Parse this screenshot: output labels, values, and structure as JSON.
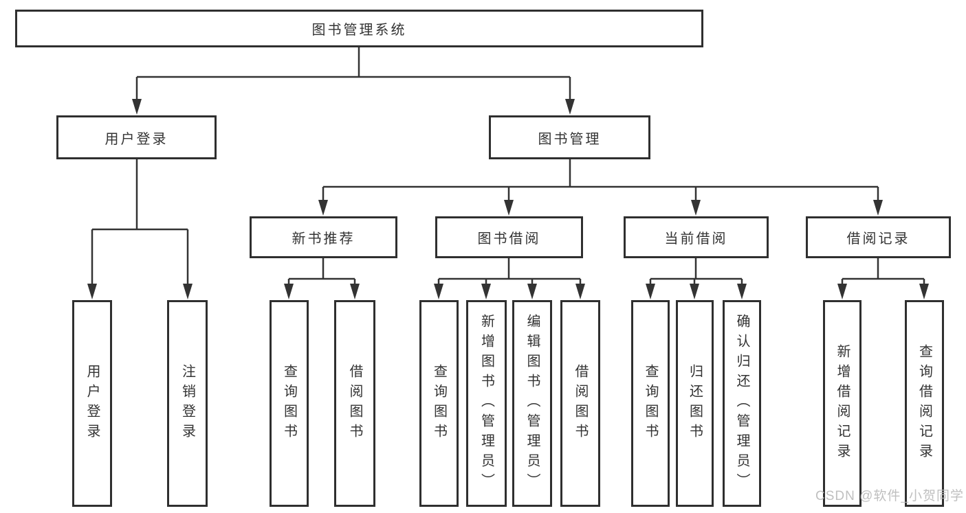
{
  "tree": {
    "root": {
      "label": "图书管理系统"
    },
    "branches": [
      {
        "label": "用户登录",
        "children": [
          {
            "label": "用户登录"
          },
          {
            "label": "注销登录"
          }
        ]
      },
      {
        "label": "图书管理",
        "children": [
          {
            "label": "新书推荐",
            "children": [
              {
                "label": "查询图书"
              },
              {
                "label": "借阅图书"
              }
            ]
          },
          {
            "label": "图书借阅",
            "children": [
              {
                "label": "查询图书"
              },
              {
                "label": "新增图书（管理员）"
              },
              {
                "label": "编辑图书（管理员）"
              },
              {
                "label": "借阅图书"
              }
            ]
          },
          {
            "label": "当前借阅",
            "children": [
              {
                "label": "查询图书"
              },
              {
                "label": "归还图书"
              },
              {
                "label": "确认归还（管理员）"
              }
            ]
          },
          {
            "label": "借阅记录",
            "children": [
              {
                "label": "新增借阅记录"
              },
              {
                "label": "查询借阅记录"
              }
            ]
          }
        ]
      }
    ]
  },
  "watermark": {
    "text": "CSDN @软件_小贺同学"
  },
  "colors": {
    "background": "#ffffff",
    "line": "#333333",
    "box_border": "#2f2f2f",
    "text": "#333333",
    "watermark": "#b9b9b9"
  }
}
